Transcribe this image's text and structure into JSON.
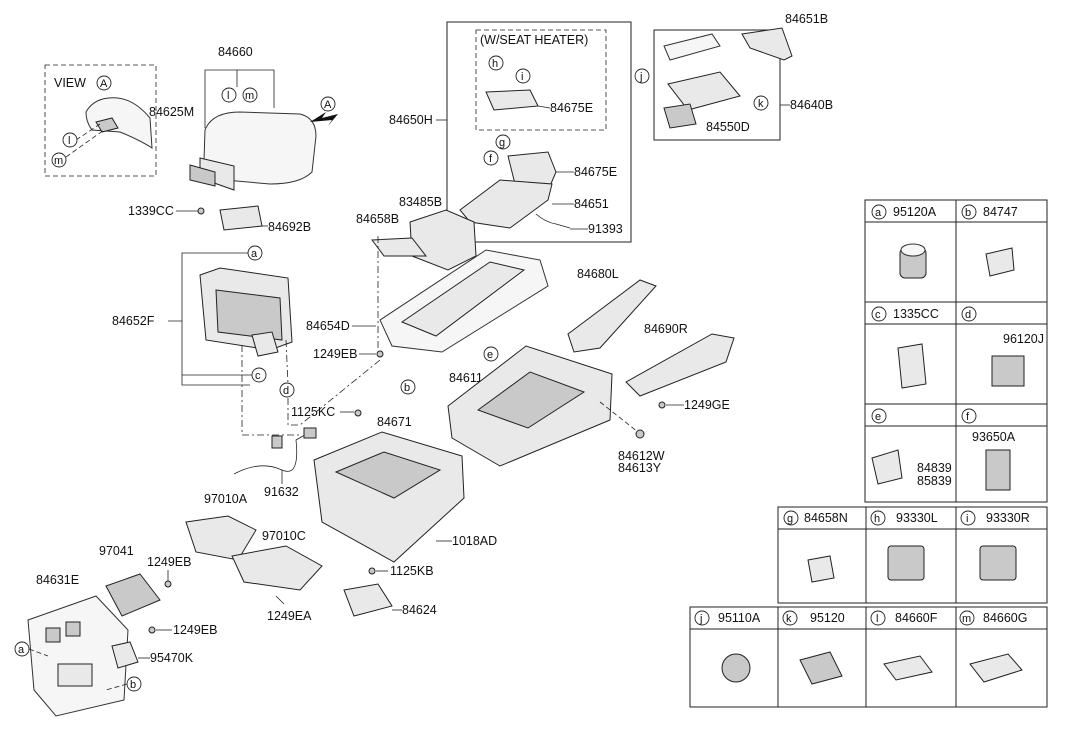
{
  "view_label": "VIEW",
  "view_letter": "A",
  "seat_heater_label": "(W/SEAT HEATER)",
  "part_labels": {
    "p84660": "84660",
    "p84625M": "84625M",
    "p1339CC": "1339CC",
    "p84692B": "84692B",
    "p84652F": "84652F",
    "p84650H": "84650H",
    "p84675E_a": "84675E",
    "p84675E_b": "84675E",
    "p84651": "84651",
    "p91393": "91393",
    "p83485B": "83485B",
    "p84658B": "84658B",
    "p84654D": "84654D",
    "p1249EB_a": "1249EB",
    "p84651B": "84651B",
    "p84640B": "84640B",
    "p84550D": "84550D",
    "p84680L": "84680L",
    "p84690R": "84690R",
    "p84611": "84611",
    "p1249GE": "1249GE",
    "p84612W": "84612W",
    "p84613Y": "84613Y",
    "p1125KC": "1125KC",
    "p84671": "84671",
    "p91632": "91632",
    "p97010A": "97010A",
    "p97010C": "97010C",
    "p97041": "97041",
    "p1249EB_b": "1249EB",
    "p84631E": "84631E",
    "p1249EB_c": "1249EB",
    "p1249EA": "1249EA",
    "p95470K": "95470K",
    "p1018AD": "1018AD",
    "p1125KB": "1125KB",
    "p84624": "84624"
  },
  "callouts": {
    "view_l": "l",
    "view_m": "m",
    "top_l": "l",
    "top_m": "m",
    "arrow_A": "A",
    "h": "h",
    "i": "i",
    "g": "g",
    "f": "f",
    "j": "j",
    "k": "k",
    "a_top": "a",
    "c_left": "c",
    "d_left": "d",
    "b_mid": "b",
    "e_mid": "e",
    "a_bottom": "a",
    "b_bottom": "b"
  },
  "legend_table": {
    "row1": [
      {
        "letter": "a",
        "part": "95120A"
      },
      {
        "letter": "b",
        "part": "84747"
      }
    ],
    "row2": [
      {
        "letter": "c",
        "part": "1335CC"
      },
      {
        "letter": "d",
        "part": "96120J"
      }
    ],
    "row3": [
      {
        "letter": "e",
        "part": "84839",
        "part2": "85839"
      },
      {
        "letter": "f",
        "part": "93650A"
      }
    ],
    "row4": [
      {
        "letter": "g",
        "part": "84658N"
      },
      {
        "letter": "h",
        "part": "93330L"
      },
      {
        "letter": "i",
        "part": "93330R"
      }
    ],
    "row5": [
      {
        "letter": "j",
        "part": "95110A"
      },
      {
        "letter": "k",
        "part": "95120"
      },
      {
        "letter": "l",
        "part": "84660F"
      },
      {
        "letter": "m",
        "part": "84660G"
      }
    ]
  }
}
